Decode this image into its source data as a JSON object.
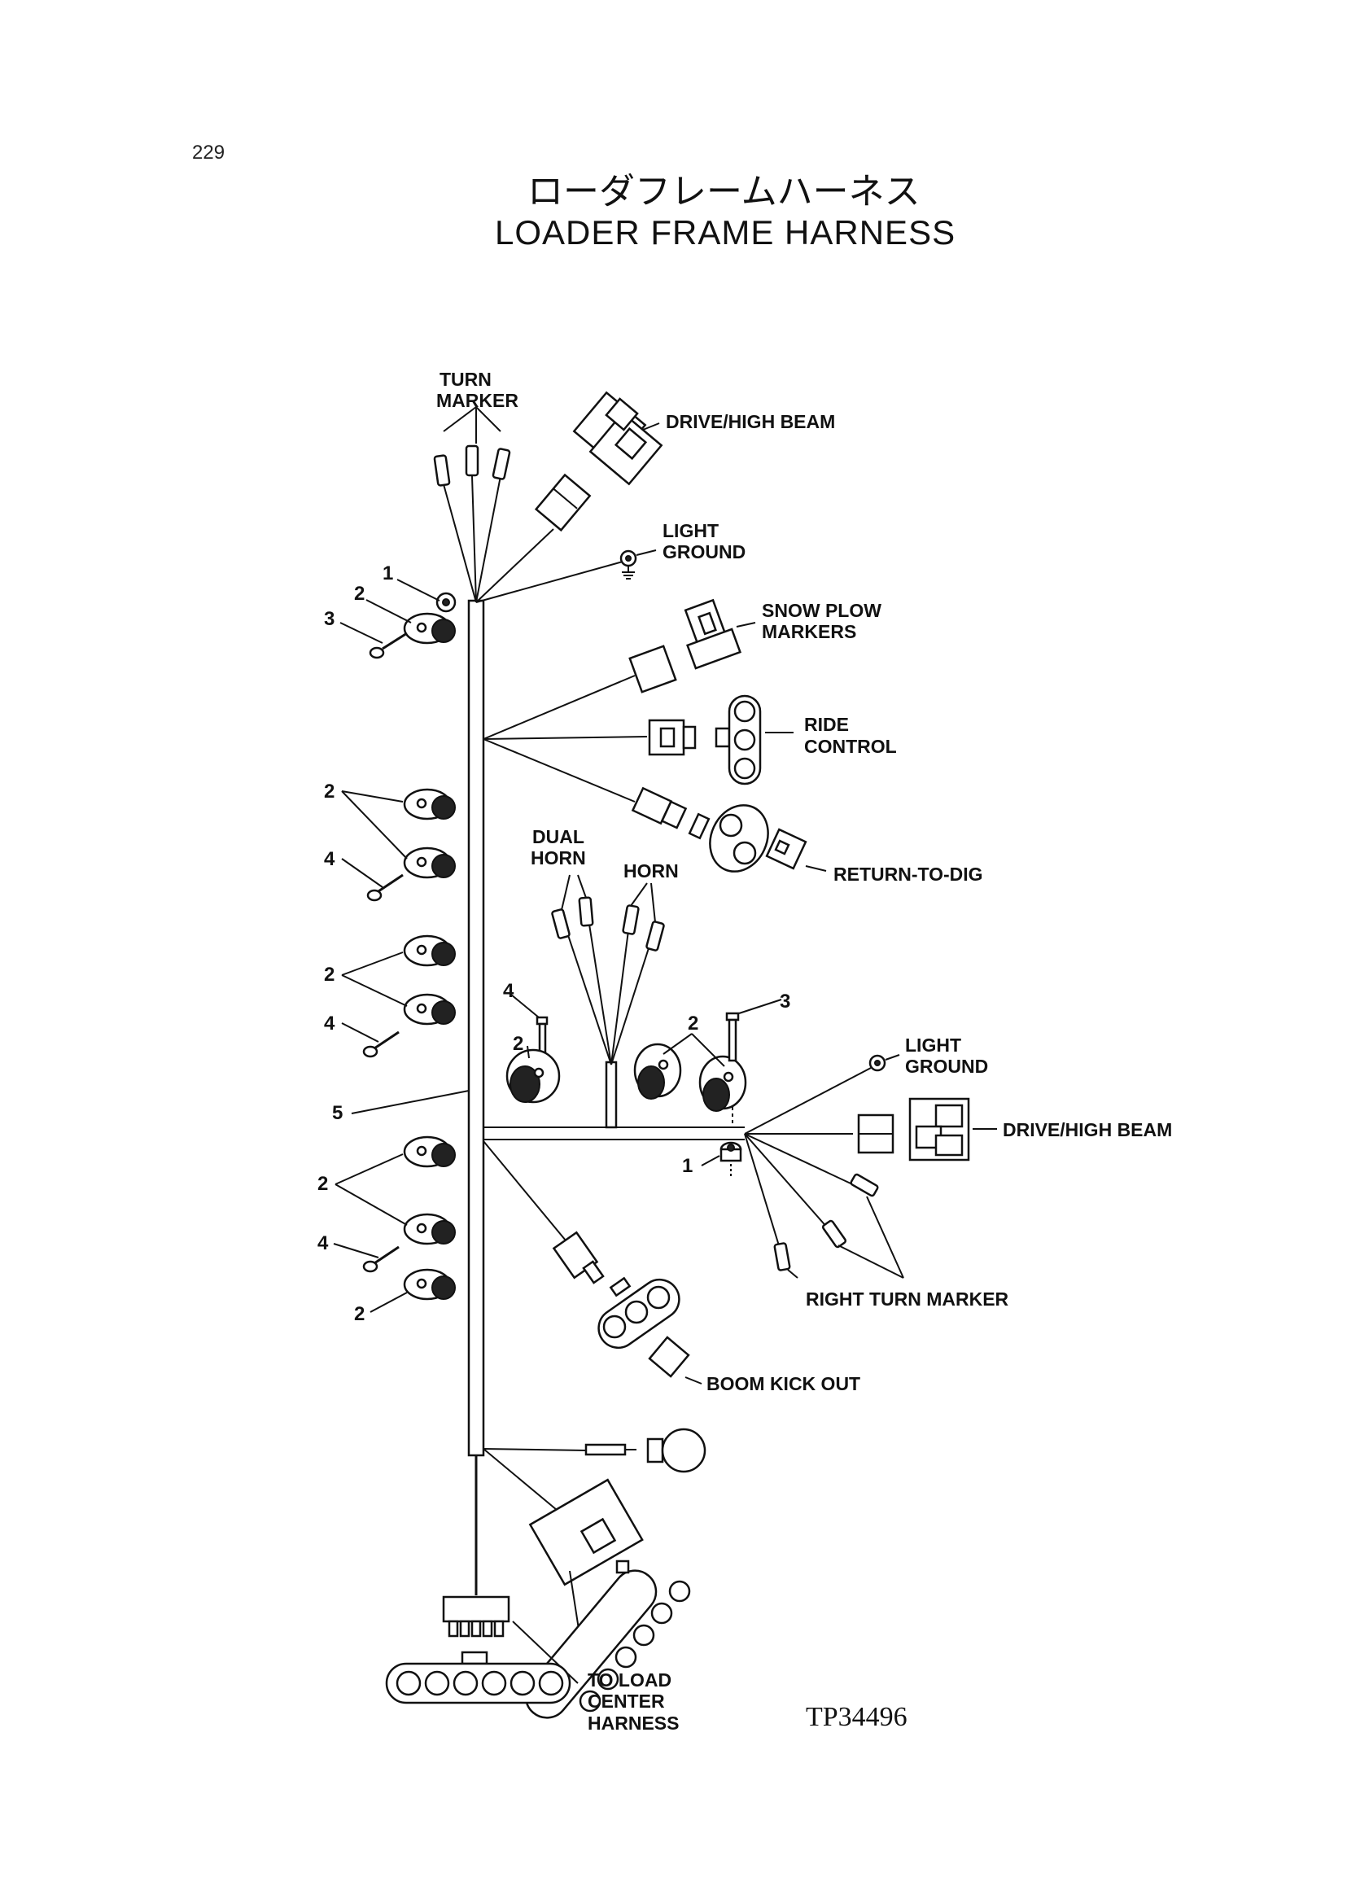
{
  "page": {
    "page_number": "229",
    "title_jp": "ローダフレームハーネス",
    "title_en": "LOADER FRAME HARNESS",
    "drawing_code": "TP34496"
  },
  "labels": {
    "turn_marker": [
      "TURN",
      "MARKER"
    ],
    "drive_high_beam_top": "DRIVE/HIGH BEAM",
    "light_ground_top": [
      "LIGHT",
      "GROUND"
    ],
    "snow_plow_markers": [
      "SNOW PLOW",
      "MARKERS"
    ],
    "ride_control": [
      "RIDE",
      "CONTROL"
    ],
    "dual_horn": [
      "DUAL",
      "HORN"
    ],
    "horn": "HORN",
    "return_to_dig": "RETURN-TO-DIG",
    "light_ground_right": [
      "LIGHT",
      "GROUND"
    ],
    "drive_high_beam_right": "DRIVE/HIGH BEAM",
    "right_turn_marker": "RIGHT TURN MARKER",
    "boom_kick_out": "BOOM KICK OUT",
    "to_load_center_harness": [
      "TO LOAD",
      "CENTER",
      "HARNESS"
    ]
  },
  "callouts": [
    "1",
    "2",
    "3",
    "2",
    "4",
    "2",
    "4",
    "4",
    "2",
    "2",
    "3",
    "5",
    "1",
    "2",
    "4",
    "2"
  ]
}
